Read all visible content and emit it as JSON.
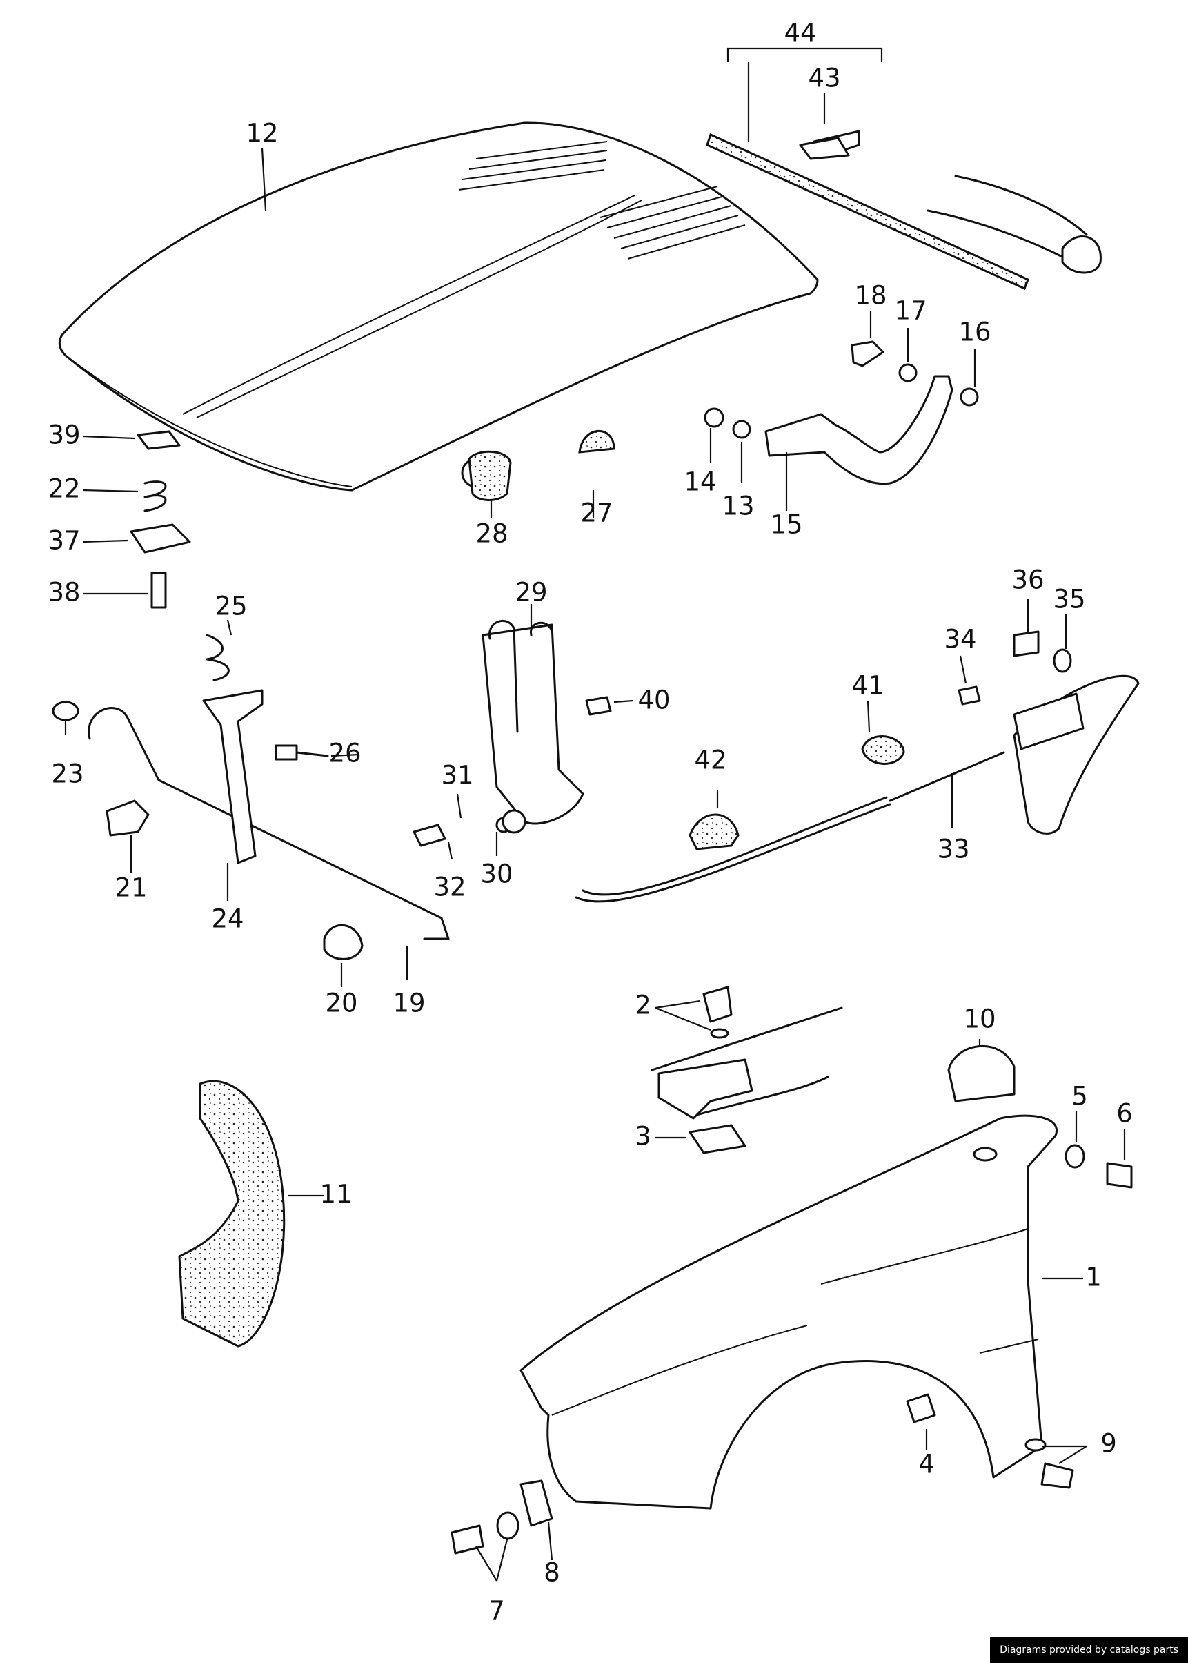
{
  "callouts": {
    "c1": "1",
    "c2": "2",
    "c3": "3",
    "c4": "4",
    "c5": "5",
    "c6": "6",
    "c7": "7",
    "c8": "8",
    "c9": "9",
    "c10": "10",
    "c11": "11",
    "c12": "12",
    "c13": "13",
    "c14": "14",
    "c15": "15",
    "c16": "16",
    "c17": "17",
    "c18": "18",
    "c19": "19",
    "c20": "20",
    "c21": "21",
    "c22": "22",
    "c23": "23",
    "c24": "24",
    "c25": "25",
    "c26": "26",
    "c27": "27",
    "c28": "28",
    "c29": "29",
    "c30": "30",
    "c31": "31",
    "c32": "32",
    "c33": "33",
    "c34": "34",
    "c35": "35",
    "c36": "36",
    "c37": "37",
    "c38": "38",
    "c39": "39",
    "c40": "40",
    "c41": "41",
    "c42": "42",
    "c43": "43",
    "c44": "44"
  },
  "credit": "Diagrams provided by catalogs parts"
}
